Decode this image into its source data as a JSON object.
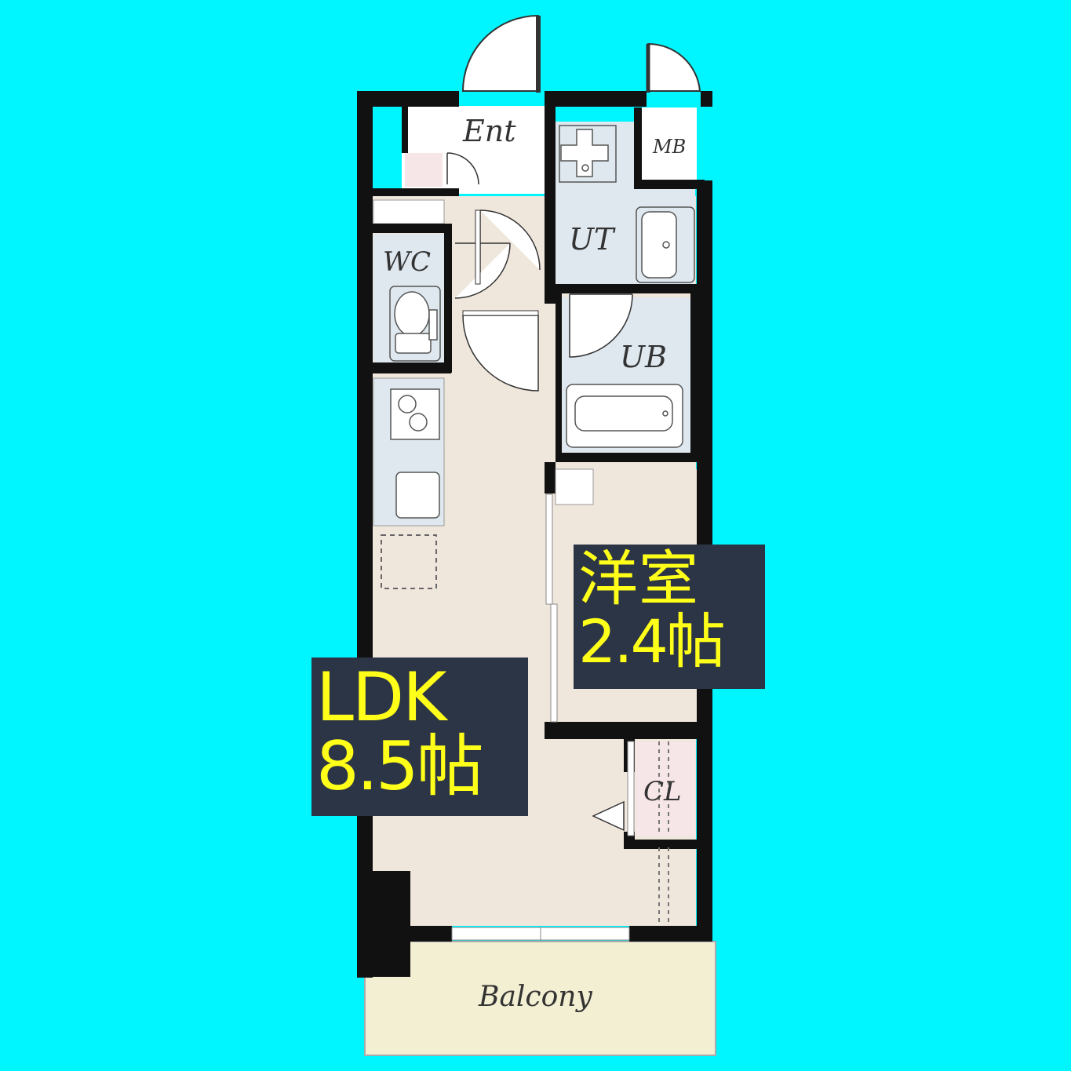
{
  "rooms": {
    "ent": "Ent",
    "mb": "MB",
    "ut": "UT",
    "wc": "WC",
    "ub": "UB",
    "cl": "CL",
    "balcony": "Balcony"
  },
  "tags": {
    "ldk_name": "LDK",
    "ldk_size": "8.5帖",
    "western_room_name": "洋室",
    "western_room_size": "2.4帖"
  },
  "colors": {
    "background": "#00f6ff",
    "wall": "#111111",
    "living_floor": "#efe6dc",
    "wet_area_floor": "#dfe8ef",
    "closet_floor": "#f7e6e8",
    "balcony_floor": "#f3efd2",
    "tag_background": "#2c3545",
    "tag_text": "#ffff1a"
  }
}
